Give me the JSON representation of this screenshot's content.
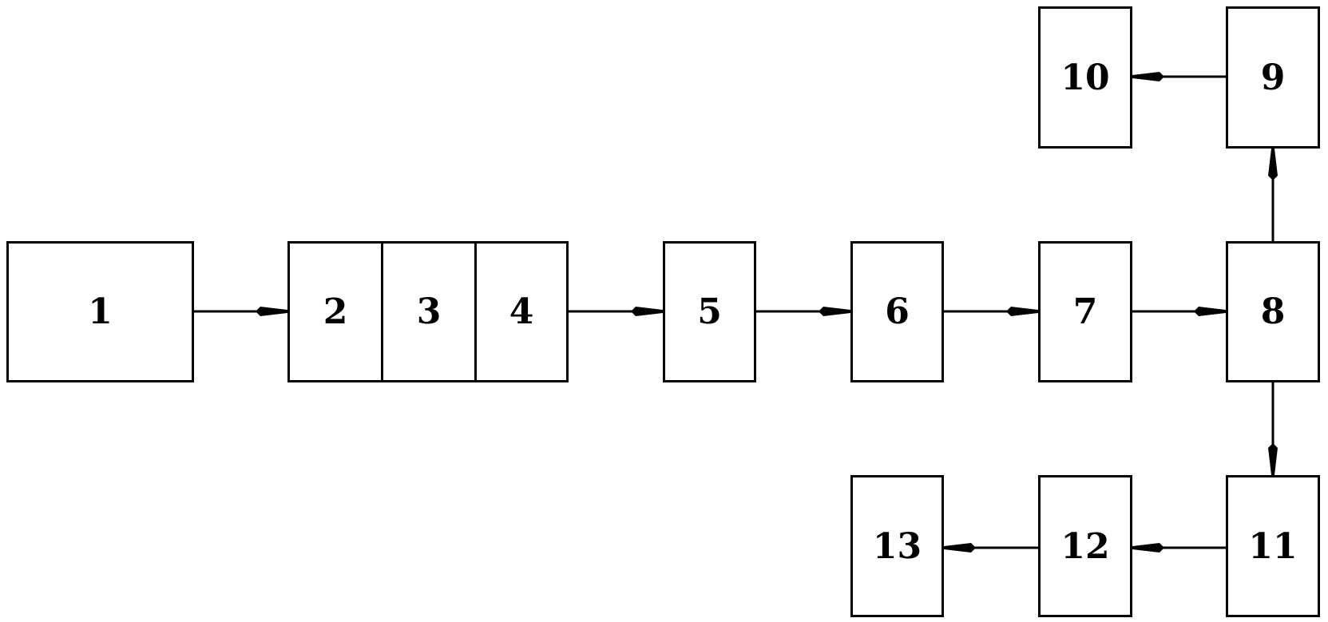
{
  "diagram": {
    "blocks": {
      "b1": "1",
      "b2": "2",
      "b3": "3",
      "b4": "4",
      "b5": "5",
      "b6": "6",
      "b7": "7",
      "b8": "8",
      "b9": "9",
      "b10": "10",
      "b11": "11",
      "b12": "12",
      "b13": "13"
    },
    "connections": [
      {
        "from": "1",
        "to": "2"
      },
      {
        "from": "4",
        "to": "5"
      },
      {
        "from": "5",
        "to": "6"
      },
      {
        "from": "6",
        "to": "7"
      },
      {
        "from": "7",
        "to": "8"
      },
      {
        "from": "8",
        "to": "9"
      },
      {
        "from": "9",
        "to": "10"
      },
      {
        "from": "8",
        "to": "11"
      },
      {
        "from": "11",
        "to": "12"
      },
      {
        "from": "12",
        "to": "13"
      }
    ],
    "colors": {
      "line": "#000000",
      "background": "#ffffff"
    }
  }
}
